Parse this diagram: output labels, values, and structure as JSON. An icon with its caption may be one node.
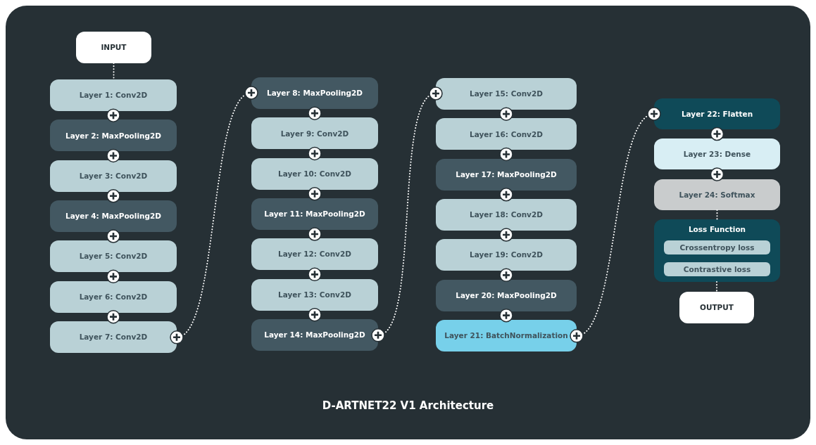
{
  "diagram": {
    "title": "D-ARTNET22 V1 Architecture",
    "nodes": [
      {
        "text": [
          "INPUT"
        ]
      },
      {
        "text": [
          "Layer 1: Conv2D"
        ]
      },
      {
        "text": [
          "Layer 2: MaxPooling2D"
        ]
      },
      {
        "text": [
          "Layer 3: Conv2D"
        ]
      },
      {
        "text": [
          "Layer 4: MaxPooling2D"
        ]
      },
      {
        "text": [
          "Layer 5: Conv2D"
        ]
      },
      {
        "text": [
          "Layer 6: Conv2D"
        ]
      },
      {
        "text": [
          "Layer 7: Conv2D"
        ]
      },
      {
        "text": [
          "Layer 8: MaxPooling2D"
        ]
      },
      {
        "text": [
          "Layer 9: Conv2D"
        ]
      },
      {
        "text": [
          "Layer 10: Conv2D"
        ]
      },
      {
        "text": [
          "Layer 11: MaxPooling2D"
        ]
      },
      {
        "text": [
          "Layer 12: Conv2D"
        ]
      },
      {
        "text": [
          "Layer 13: Conv2D"
        ]
      },
      {
        "text": [
          "Layer 14: MaxPooling2D"
        ]
      },
      {
        "text": [
          "Layer 15: Conv2D"
        ]
      },
      {
        "text": [
          "Layer 16: Conv2D"
        ]
      },
      {
        "text": [
          "Layer 17: MaxPooling2D"
        ]
      },
      {
        "text": [
          "Layer 18: Conv2D"
        ]
      },
      {
        "text": [
          "Layer 19: Conv2D"
        ]
      },
      {
        "text": [
          "Layer 20: MaxPooling2D"
        ]
      },
      {
        "text": [
          "Layer 21: BatchNormalization"
        ]
      },
      {
        "text": [
          "Layer 22: Flatten"
        ]
      },
      {
        "text": [
          "Layer 23: Dense"
        ]
      },
      {
        "text": [
          "Layer 24: Softmax"
        ]
      },
      {
        "text": [
          "Loss Function"
        ]
      },
      {
        "text": [
          "Crossentropy loss"
        ],
        "in": 25
      },
      {
        "text": [
          "Contrastive loss"
        ],
        "in": 25
      },
      {
        "text": [
          "OUTPUT"
        ]
      }
    ],
    "edges": [
      {
        "from": 0,
        "to": 1,
        "arrow": "none",
        "style": "dashed",
        "color": "#ffffff"
      },
      {
        "from": 1,
        "to": 2,
        "arrow": "other"
      },
      {
        "from": 2,
        "to": 3,
        "arrow": "other"
      },
      {
        "from": 3,
        "to": 4,
        "arrow": "other"
      },
      {
        "from": 4,
        "to": 5,
        "arrow": "other"
      },
      {
        "from": 5,
        "to": 6,
        "arrow": "other"
      },
      {
        "from": 6,
        "to": 7,
        "arrow": "other"
      },
      {
        "from": 7,
        "to": 8,
        "arrow": "other",
        "style": "dashed",
        "color": "#ffffff"
      },
      {
        "from": 8,
        "to": 9,
        "arrow": "other"
      },
      {
        "from": 9,
        "to": 10,
        "arrow": "other"
      },
      {
        "from": 10,
        "to": 11,
        "arrow": "other"
      },
      {
        "from": 11,
        "to": 12,
        "arrow": "other"
      },
      {
        "from": 12,
        "to": 13,
        "arrow": "other"
      },
      {
        "from": 13,
        "to": 14,
        "arrow": "other"
      },
      {
        "from": 14,
        "to": 15,
        "arrow": "other",
        "style": "dashed",
        "color": "#ffffff"
      },
      {
        "from": 15,
        "to": 16,
        "arrow": "other"
      },
      {
        "from": 16,
        "to": 17,
        "arrow": "other"
      },
      {
        "from": 17,
        "to": 18,
        "arrow": "other"
      },
      {
        "from": 18,
        "to": 19,
        "arrow": "other"
      },
      {
        "from": 19,
        "to": 20,
        "arrow": "other"
      },
      {
        "from": 20,
        "to": 21,
        "arrow": "other"
      },
      {
        "from": 21,
        "to": 22,
        "arrow": "other",
        "style": "dashed",
        "color": "#ffffff"
      },
      {
        "from": 22,
        "to": 23,
        "arrow": "other"
      },
      {
        "from": 23,
        "to": 24,
        "arrow": "other"
      },
      {
        "from": 24,
        "to": 25,
        "arrow": "none",
        "style": "dashed",
        "color": "#ffffff"
      },
      {
        "from": 25,
        "to": 28,
        "arrow": "none",
        "style": "dashed",
        "color": "#ffffff"
      }
    ]
  }
}
